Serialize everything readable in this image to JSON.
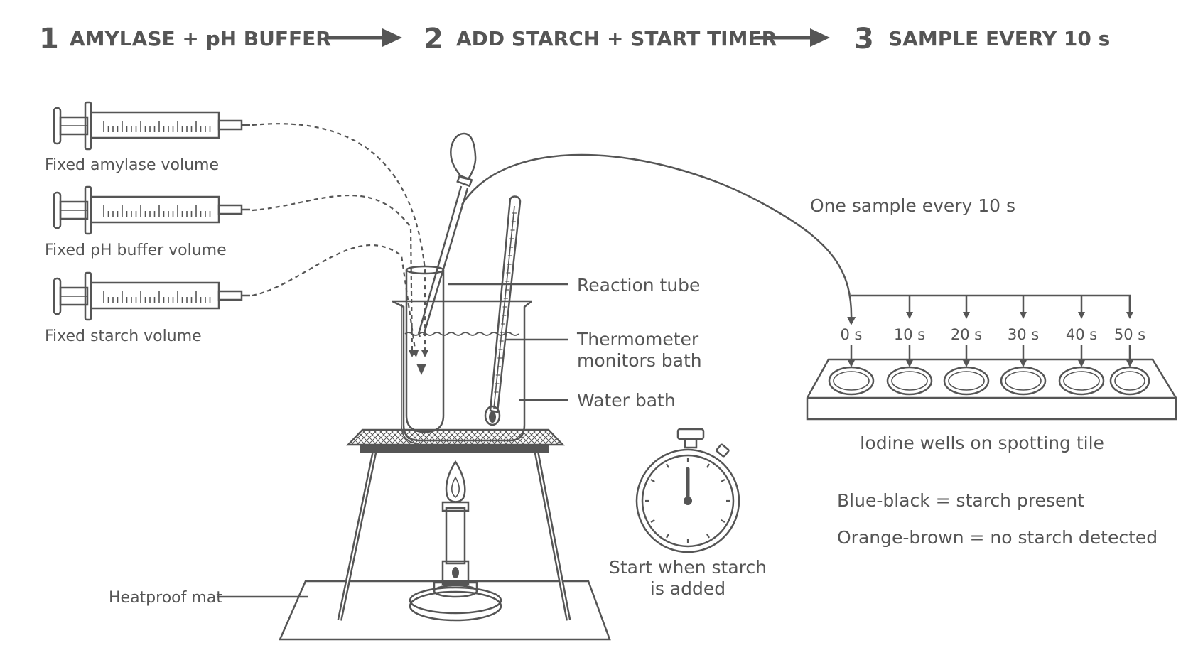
{
  "steps": [
    {
      "number": "1",
      "label": "AMYLASE + pH BUFFER"
    },
    {
      "number": "2",
      "label": "ADD STARCH + START TIMER"
    },
    {
      "number": "3",
      "label": "SAMPLE EVERY 10 s"
    }
  ],
  "syringes": [
    {
      "label": "Fixed amylase volume"
    },
    {
      "label": "Fixed pH buffer volume"
    },
    {
      "label": "Fixed starch volume"
    }
  ],
  "apparatus": {
    "reaction_tube": "Reaction tube",
    "thermometer_line1": "Thermometer",
    "thermometer_line2": "monitors bath",
    "water_bath": "Water bath",
    "heatproof_mat": "Heatproof mat"
  },
  "sampling": {
    "arrow_label": "One sample every 10 s",
    "wells": [
      "0 s",
      "10 s",
      "20 s",
      "30 s",
      "40 s",
      "50 s"
    ],
    "tile_label": "Iodine wells on spotting tile"
  },
  "stopwatch": {
    "line1": "Start when starch",
    "line2": "is added"
  },
  "key": {
    "line1": "Blue-black = starch present",
    "line2": "Orange-brown = no starch detected"
  }
}
